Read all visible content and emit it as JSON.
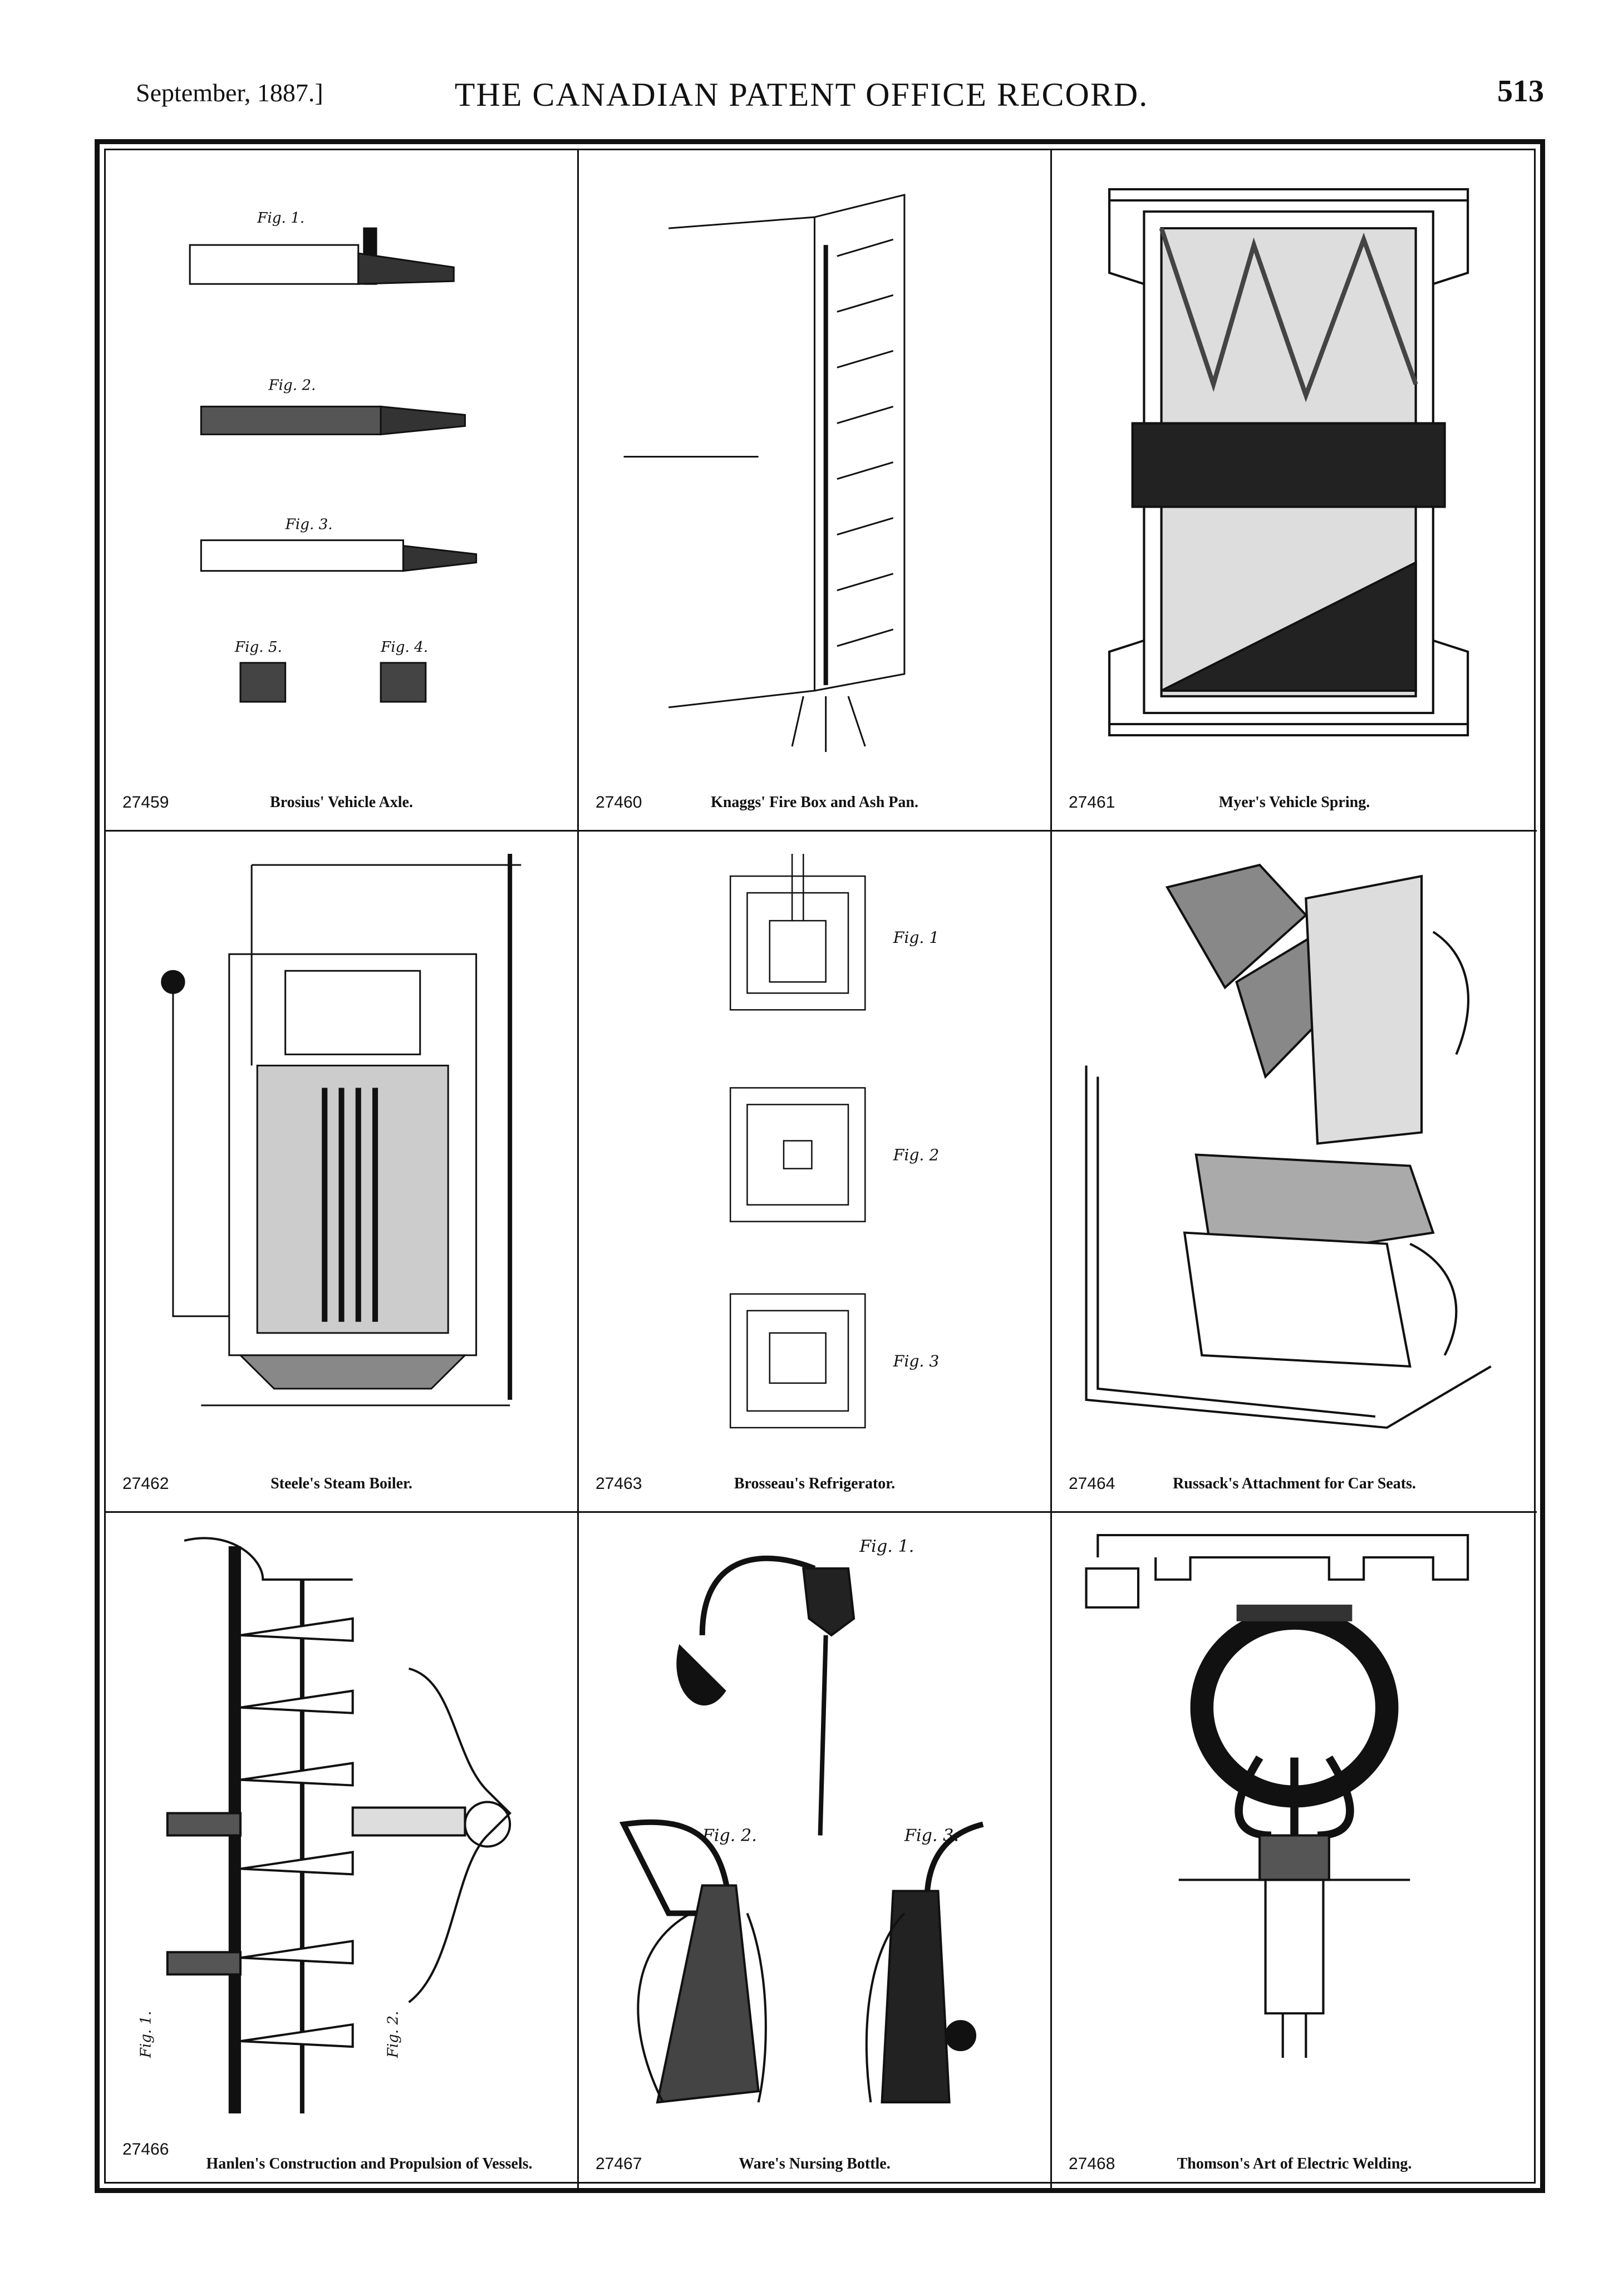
{
  "header": {
    "date": "September, 1887.]",
    "title": "THE CANADIAN PATENT OFFICE RECORD.",
    "page_number": "513"
  },
  "patents": [
    {
      "number": "27459",
      "title": "Brosius' Vehicle Axle."
    },
    {
      "number": "27460",
      "title": "Knaggs' Fire Box and Ash Pan."
    },
    {
      "number": "27461",
      "title": "Myer's Vehicle Spring."
    },
    {
      "number": "27462",
      "title": "Steele's Steam Boiler."
    },
    {
      "number": "27463",
      "title": "Brosseau's Refrigerator."
    },
    {
      "number": "27464",
      "title": "Russack's Attachment for Car Seats."
    },
    {
      "number": "27466",
      "title": "Hanlen's Construction and Propulsion of Vessels."
    },
    {
      "number": "27467",
      "title": "Ware's Nursing Bottle."
    },
    {
      "number": "27468",
      "title": "Thomson's Art of Electric Welding."
    }
  ],
  "figure_labels": {
    "axle": [
      "Fig. 1.",
      "Fig. 2.",
      "Fig. 3.",
      "Fig. 5.",
      "Fig. 4."
    ],
    "refrigerator": [
      "Fig. 1",
      "Fig. 2",
      "Fig. 3"
    ],
    "bottle": [
      "Fig. 1.",
      "Fig. 2.",
      "Fig. 3."
    ],
    "hanlen": [
      "Fig. 1.",
      "Fig. 2."
    ]
  }
}
